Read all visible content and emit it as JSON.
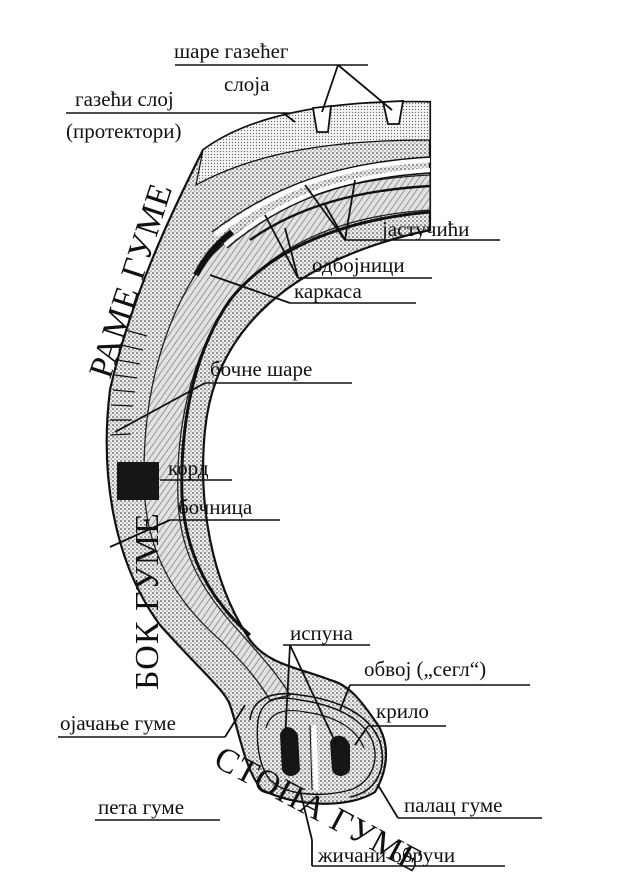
{
  "labels": {
    "tread_grooves_line1": "шаре газећег",
    "tread_grooves_line2": "слоја",
    "tread_line1": "газећи слој",
    "tread_line2": "(протектори)",
    "breakers": "јастучићи",
    "belts": "одбојници",
    "carcass": "каркаса",
    "side_pattern": "бочне шаре",
    "cord": "корд",
    "sidewall": "бочница",
    "apex": "испуна",
    "chafer": "обвој („сегл“)",
    "flipper": "крило",
    "reinforcement": "ојачање гуме",
    "bead_toe": "палац гуме",
    "bead_heel": "пета гуме",
    "bead_wires": "жичани обручи"
  },
  "zones": {
    "shoulder": "РАМЕ ГУМЕ",
    "side": "БОК ГУМЕ",
    "bead": "СТОПА ГУМЕ"
  },
  "colors": {
    "ink": "#111111",
    "paper": "#ffffff",
    "tread_fill": "#bdbdbd",
    "carcass_fill": "#d4d4d4",
    "cord_fill": "#161616"
  }
}
